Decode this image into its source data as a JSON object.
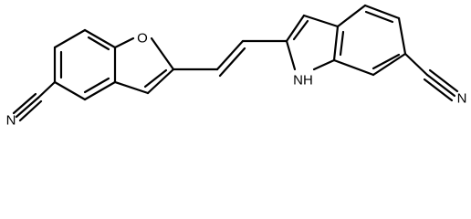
{
  "structure": {
    "atom_labels": {
      "furan_oxygen": "O",
      "indole_nh": "NH",
      "nitrile_n_left": "N",
      "nitrile_n_right": "N"
    },
    "colors": {
      "bond": "#000000",
      "text": "#000000",
      "background": "#ffffff"
    }
  }
}
